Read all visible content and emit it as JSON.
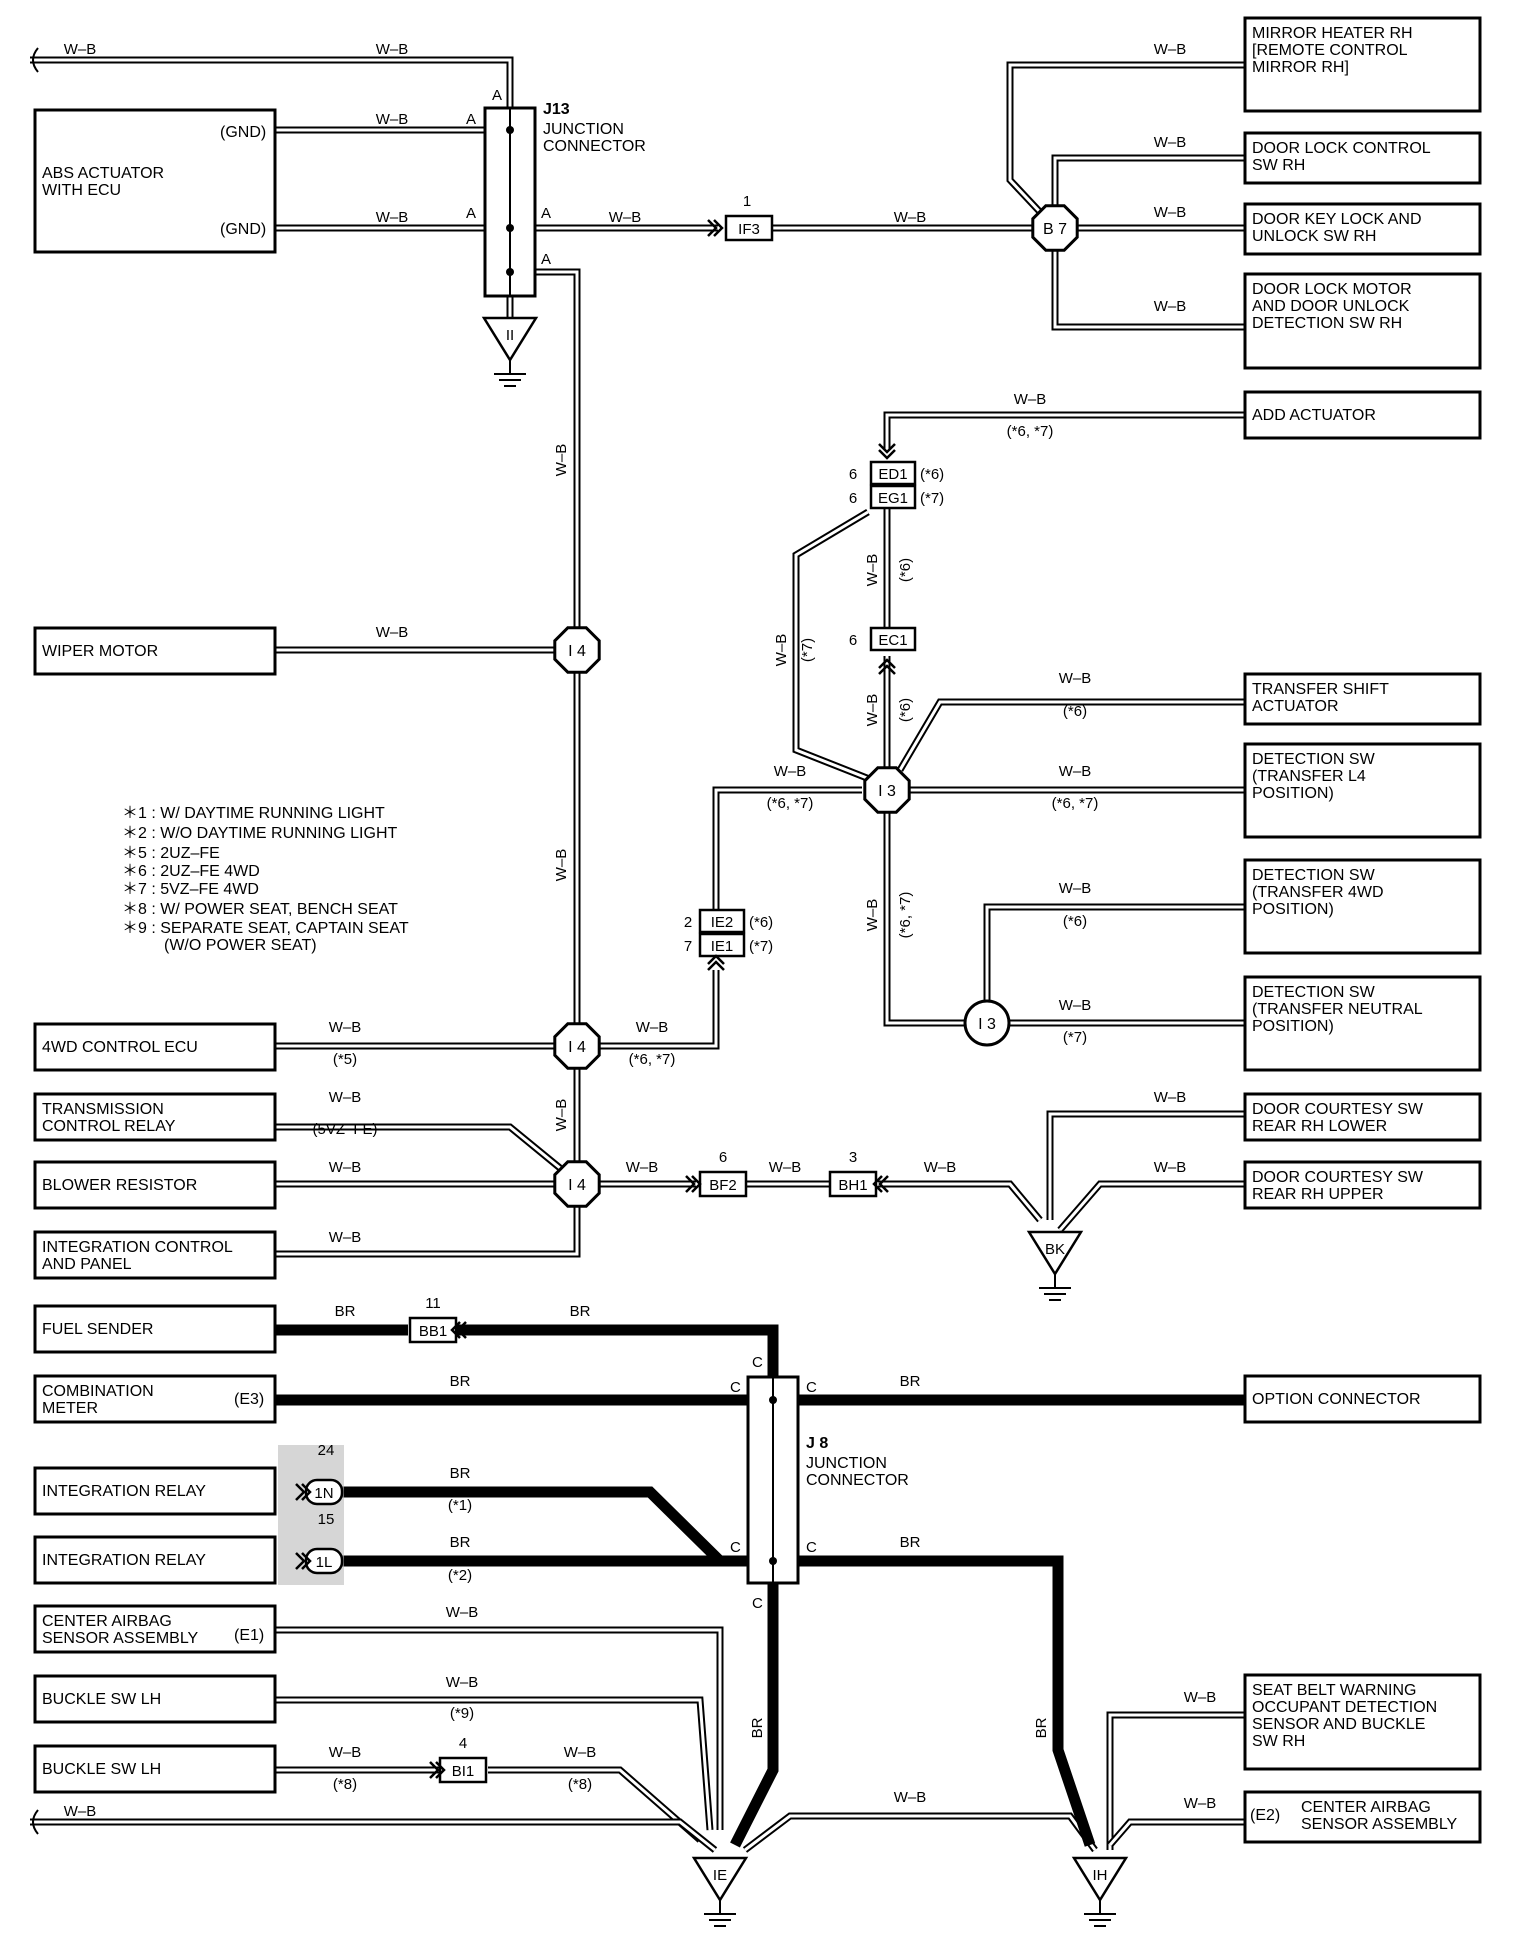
{
  "components": {
    "abs_actuator": {
      "name": "ABS ACTUATOR\nWITH ECU",
      "pin1": "(GND)",
      "pin2": "(GND)"
    },
    "wiper_motor": "WIPER MOTOR",
    "control_4wd_ecu": "4WD CONTROL ECU",
    "transmission_control_relay": "TRANSMISSION\nCONTROL RELAY",
    "blower_resistor": "BLOWER RESISTOR",
    "integration_control_panel": "INTEGRATION CONTROL\nAND PANEL",
    "fuel_sender": "FUEL SENDER",
    "combination_meter": {
      "name": "COMBINATION\nMETER",
      "pin": "(E3)"
    },
    "integration_relay_1": "INTEGRATION RELAY",
    "integration_relay_2": "INTEGRATION RELAY",
    "center_airbag_sensor_left": {
      "name": "CENTER AIRBAG\nSENSOR ASSEMBLY",
      "pin": "(E1)"
    },
    "buckle_sw_lh_1": "BUCKLE SW LH",
    "buckle_sw_lh_2": "BUCKLE SW LH",
    "mirror_heater_rh": "MIRROR HEATER RH\n[REMOTE CONTROL\n MIRROR RH]",
    "door_lock_control_sw_rh": "DOOR LOCK CONTROL\nSW RH",
    "door_key_lock_sw_rh": "DOOR KEY LOCK AND\nUNLOCK SW RH",
    "door_lock_motor_rh": "DOOR LOCK MOTOR\nAND DOOR UNLOCK\nDETECTION SW RH",
    "add_actuator": "ADD ACTUATOR",
    "transfer_shift_actuator": "TRANSFER SHIFT\nACTUATOR",
    "detection_sw_l4": "DETECTION SW\n(TRANSFER L4\n POSITION)",
    "detection_sw_4wd": "DETECTION SW\n(TRANSFER 4WD\n POSITION)",
    "detection_sw_neutral": "DETECTION SW\n(TRANSFER NEUTRAL\n POSITION)",
    "door_courtesy_lower": "DOOR COURTESY SW\nREAR RH LOWER",
    "door_courtesy_upper": "DOOR COURTESY SW\nREAR RH UPPER",
    "option_connector": "OPTION CONNECTOR",
    "seat_belt_warning": "SEAT BELT WARNING\nOCCUPANT DETECTION\nSENSOR AND BUCKLE\nSW RH",
    "center_airbag_sensor_right": {
      "name": "CENTER AIRBAG\nSENSOR ASSEMBLY",
      "pin": "(E2)"
    }
  },
  "junctions": {
    "j13": {
      "title": "J13",
      "subtitle": "JUNCTION\nCONNECTOR",
      "pin": "A"
    },
    "j8": {
      "title": "J 8",
      "subtitle": "JUNCTION\nCONNECTOR",
      "pin": "C"
    }
  },
  "splices": {
    "b7": "B 7",
    "i4": "I 4",
    "i3": "I 3"
  },
  "grounds": {
    "ii": "II",
    "bk": "BK",
    "ie": "IE",
    "ih": "IH"
  },
  "connectors": {
    "if3": {
      "label": "IF3",
      "pin": "1"
    },
    "ed1": {
      "label": "ED1",
      "pin": "6",
      "note": "(*6)"
    },
    "eg1": {
      "label": "EG1",
      "pin": "6",
      "note": "(*7)"
    },
    "ec1": {
      "label": "EC1",
      "pin": "6"
    },
    "ie2": {
      "label": "IE2",
      "pin": "2",
      "note": "(*6)"
    },
    "ie1": {
      "label": "IE1",
      "pin": "7",
      "note": "(*7)"
    },
    "bf2": {
      "label": "BF2",
      "pin": "6"
    },
    "bh1": {
      "label": "BH1",
      "pin": "3"
    },
    "bb1": {
      "label": "BB1",
      "pin": "11"
    },
    "in": {
      "label": "1N",
      "pin": "24"
    },
    "il": {
      "label": "1L",
      "pin": "15"
    },
    "bi1": {
      "label": "BI1",
      "pin": "4"
    }
  },
  "wires": {
    "wb": "W–B",
    "br": "BR"
  },
  "wire_notes": {
    "n5": "(*5)",
    "n67": "(*6, *7)",
    "n6": "(*6)",
    "n7": "(*7)",
    "n5vz": "(5VZ–FE)",
    "n1": "(*1)",
    "n2": "(*2)",
    "n8": "(*8)",
    "n9": "(*9)"
  },
  "legend": [
    "＊1 : W/ DAYTIME RUNNING LIGHT",
    "＊2 : W/O DAYTIME RUNNING LIGHT",
    "＊5 : 2UZ–FE",
    "＊6 : 2UZ–FE 4WD",
    "＊7 : 5VZ–FE 4WD",
    "＊8 : W/ POWER SEAT, BENCH SEAT",
    "＊9 : SEPARATE SEAT, CAPTAIN SEAT\n      (W/O POWER SEAT)"
  ]
}
